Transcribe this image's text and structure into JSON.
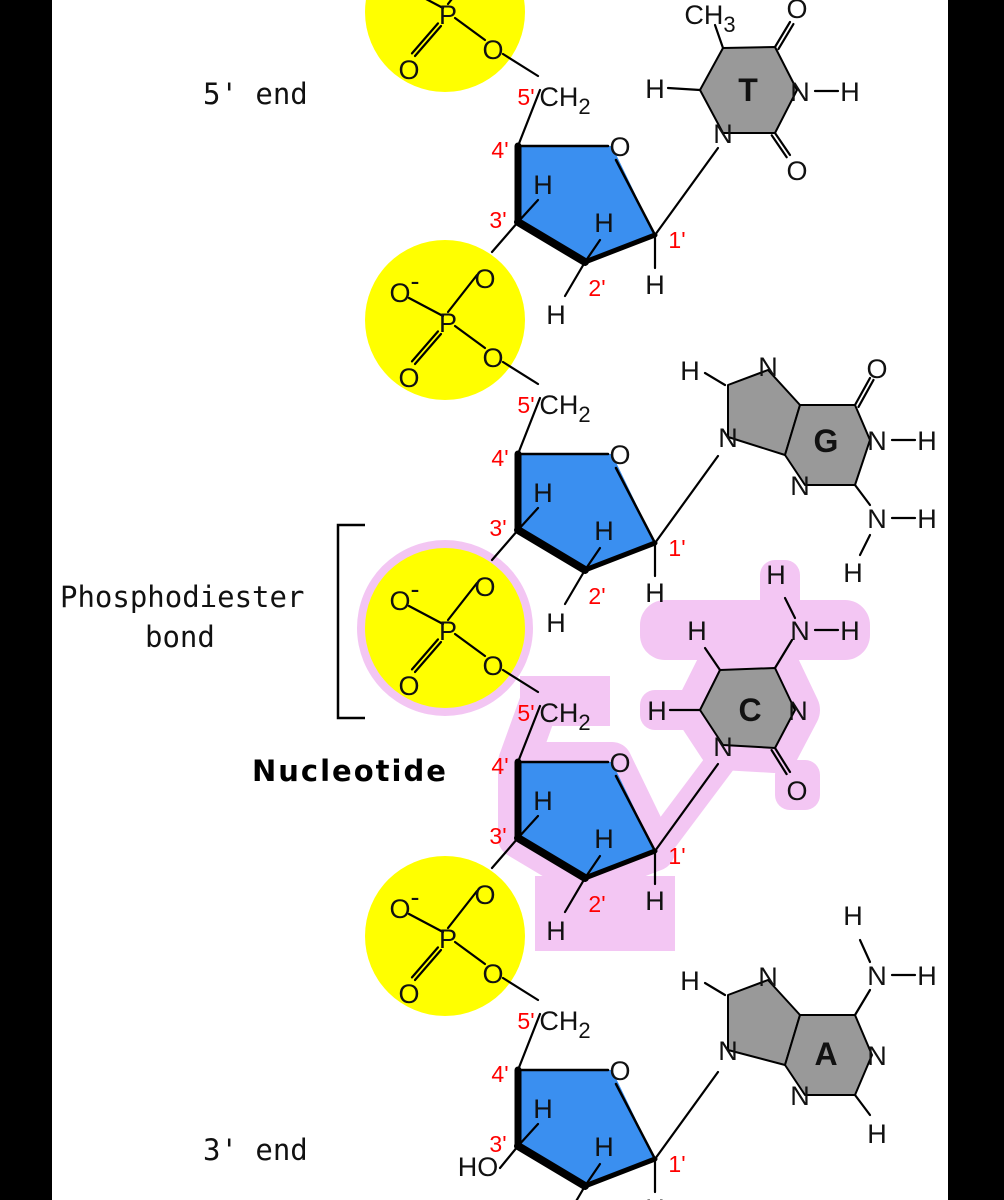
{
  "labels": {
    "five_prime_end": "5' end",
    "three_prime_end": "3' end",
    "phosphodiester_line1": "Phosphodiester",
    "phosphodiester_line2": "bond",
    "nucleotide": "Nucleotide"
  },
  "atoms": {
    "O": "O",
    "O_minus": "O",
    "minus": "-",
    "P": "P",
    "H": "H",
    "N": "N",
    "CH2": "CH",
    "sub2": "2",
    "CH3": "CH",
    "sub3": "3",
    "HO": "HO"
  },
  "carbon_labels": [
    "1'",
    "2'",
    "3'",
    "4'",
    "5'"
  ],
  "bases": [
    "T",
    "G",
    "C",
    "A"
  ],
  "colors": {
    "phosphate": "#ffff00",
    "sugar": "#3a8ff0",
    "base": "#999999",
    "carbon_label": "#ff0000",
    "highlight": "#f3c6f3",
    "border": "#000000"
  }
}
